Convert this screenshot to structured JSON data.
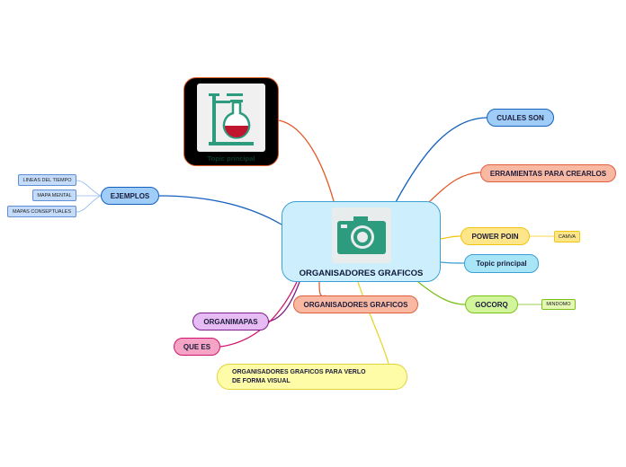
{
  "central": {
    "title": "ORGANISADORES GRAFICOS",
    "icon": "camera-icon"
  },
  "image_topic": {
    "label": "Topic principal",
    "icon": "chemistry-flask-icon"
  },
  "topics": {
    "cuales_son": "CUALES SON",
    "herramientas": "ERRAMIENTAS PARA CREARLOS",
    "power_poin": "POWER POIN",
    "topic_principal": "Topic principal",
    "gocorq": "GOCORQ",
    "organisadores": "ORGANISADORES GRAFICOS",
    "organimapas": "ORGANIMAPAS",
    "que_es": "QUE ES",
    "verlo": [
      "ORGANISADORES GRAFICOS PARA VERLO",
      "DE FORMA VISUAL"
    ],
    "ejemplos": "EJEMPLOS"
  },
  "subtopics": {
    "canva": "CAMVA",
    "mindomo": "MINDOMO",
    "lineas": "LINEAS DEL TIEMPO",
    "mapa_mental": "MAPA MENTAL",
    "mapas_conceptuales": "MAPAS CONSEPTUALES"
  },
  "colors": {
    "blue": "#1560bd",
    "orange": "#e25c2a",
    "yellow": "#f2c514",
    "cyan": "#3aa0d6",
    "green": "#7cc11a",
    "salmon": "#e0603e",
    "purple": "#7a1f8c",
    "magenta": "#d1146b",
    "lightyellow": "#e8d632"
  }
}
